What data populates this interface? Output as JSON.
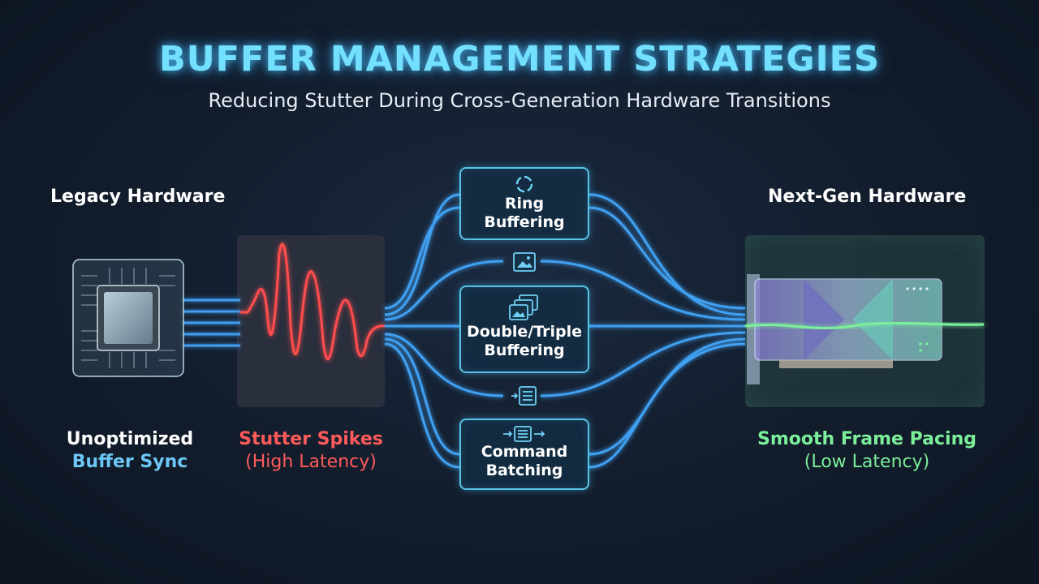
{
  "title": "BUFFER MANAGEMENT STRATEGIES",
  "subtitle": "Reducing Stutter During Cross-Generation Hardware Transitions",
  "legacy": {
    "label": "Legacy Hardware",
    "caption_line1": "Unoptimized",
    "caption_line2": "Buffer Sync"
  },
  "stutter": {
    "caption_line1": "Stutter Spikes",
    "caption_line2": "(High Latency)"
  },
  "nextgen": {
    "label": "Next-Gen Hardware",
    "caption_line1": "Smooth Frame Pacing",
    "caption_line2": "(Low Latency)"
  },
  "strategies": [
    {
      "line1": "Ring",
      "line2": "Buffering",
      "icon": "ring-buffer-icon"
    },
    {
      "line1": "Double/Triple",
      "line2": "Buffering",
      "icon": "stacked-frames-icon"
    },
    {
      "line1": "Command",
      "line2": "Batching",
      "icon": "command-list-icon"
    }
  ],
  "colors": {
    "accent": "#74e0ff",
    "cable": "#4aa8f0",
    "stutter": "#ff5a5a",
    "smooth": "#7bef9a",
    "buffer_sync": "#6cc6f5"
  }
}
